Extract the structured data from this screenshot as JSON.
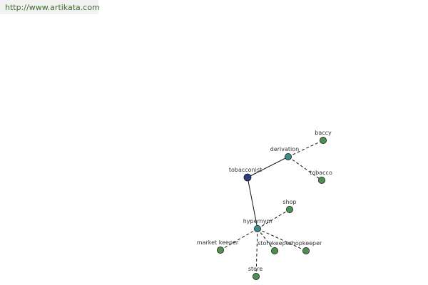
{
  "header": {
    "url": "http://www.artikata.com"
  },
  "graph": {
    "colors": {
      "root": "#2f3d7f",
      "relation": "#3f8a8a",
      "leaf": "#4f8f4f",
      "edge": "#111111"
    },
    "nodes": [
      {
        "id": "tobacconist",
        "label": "tobacconist",
        "kind": "root"
      },
      {
        "id": "derivation",
        "label": "derivation",
        "kind": "relation"
      },
      {
        "id": "hypernym",
        "label": "hypernym",
        "kind": "relation"
      },
      {
        "id": "baccy",
        "label": "baccy",
        "kind": "leaf"
      },
      {
        "id": "tobacco",
        "label": "tobacco",
        "kind": "leaf"
      },
      {
        "id": "shop",
        "label": "shop",
        "kind": "leaf"
      },
      {
        "id": "market-keeper",
        "label": "market keeper",
        "kind": "leaf"
      },
      {
        "id": "storekeeper",
        "label": "storekeeper",
        "kind": "leaf"
      },
      {
        "id": "shopkeeper",
        "label": "shopkeeper",
        "kind": "leaf"
      },
      {
        "id": "store",
        "label": "store",
        "kind": "leaf"
      }
    ],
    "edges": [
      {
        "from": "tobacconist",
        "to": "derivation",
        "style": "solid"
      },
      {
        "from": "tobacconist",
        "to": "hypernym",
        "style": "solid"
      },
      {
        "from": "derivation",
        "to": "baccy",
        "style": "dashed"
      },
      {
        "from": "derivation",
        "to": "tobacco",
        "style": "dashed"
      },
      {
        "from": "hypernym",
        "to": "shop",
        "style": "dashed"
      },
      {
        "from": "hypernym",
        "to": "market-keeper",
        "style": "dashed"
      },
      {
        "from": "hypernym",
        "to": "storekeeper",
        "style": "dashed"
      },
      {
        "from": "hypernym",
        "to": "shopkeeper",
        "style": "dashed"
      },
      {
        "from": "hypernym",
        "to": "store",
        "style": "dashed"
      }
    ]
  }
}
